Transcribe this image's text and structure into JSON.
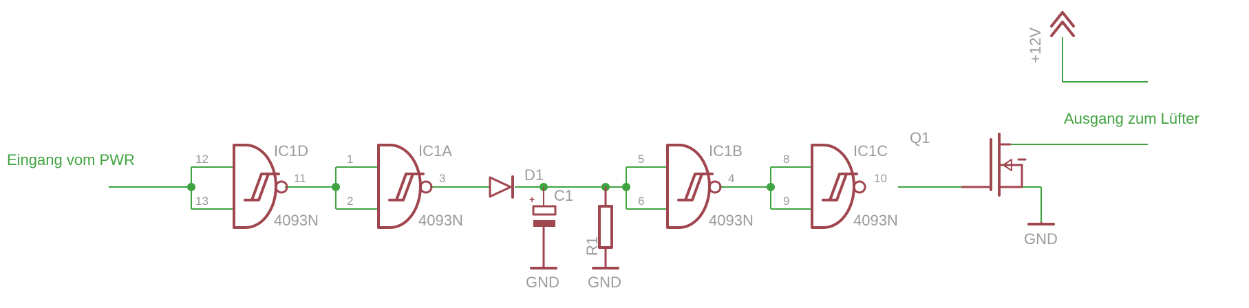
{
  "nets": {
    "input": "Eingang vom PWR",
    "output": "Ausgang zum Lüfter"
  },
  "supply": {
    "label": "+12V"
  },
  "gates": [
    {
      "name": "IC1D",
      "type": "4093N",
      "in1": "12",
      "in2": "13",
      "out": "11"
    },
    {
      "name": "IC1A",
      "type": "4093N",
      "in1": "1",
      "in2": "2",
      "out": "3"
    },
    {
      "name": "IC1B",
      "type": "4093N",
      "in1": "5",
      "in2": "6",
      "out": "4"
    },
    {
      "name": "IC1C",
      "type": "4093N",
      "in1": "8",
      "in2": "9",
      "out": "10"
    }
  ],
  "parts": {
    "diode": "D1",
    "cap": "C1",
    "cap_polarity": "+",
    "resistor": "R1",
    "transistor": "Q1"
  },
  "grounds": [
    "GND",
    "GND",
    "GND"
  ],
  "colors": {
    "wire": "#3fa33f",
    "symbol": "#a0464f",
    "label": "#9a9a9a"
  }
}
